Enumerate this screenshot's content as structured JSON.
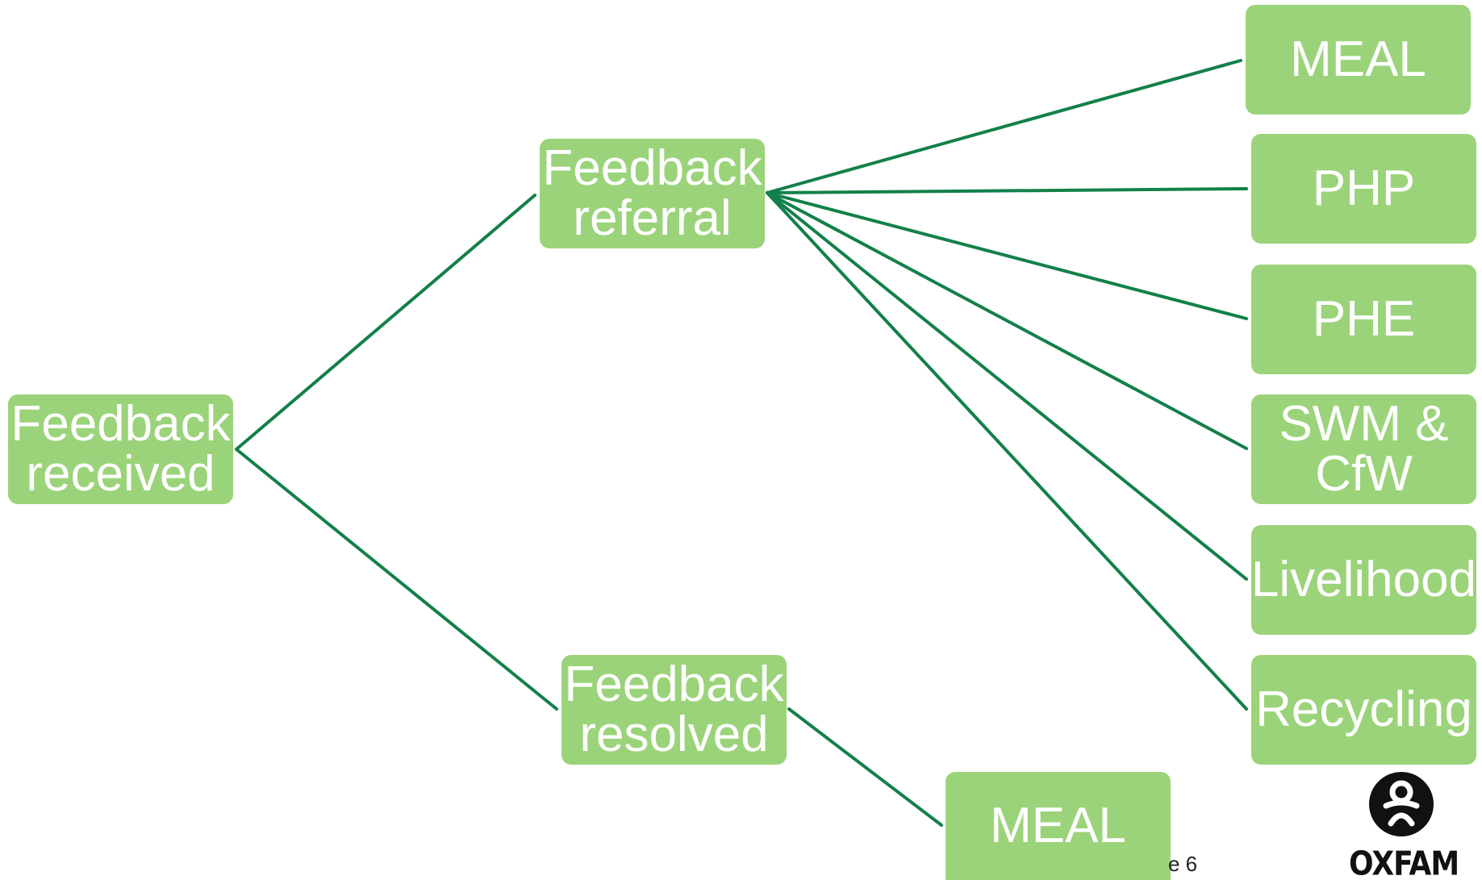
{
  "diagram": {
    "nodes": {
      "feedback_received": "Feedback\nreceived",
      "feedback_referral": "Feedback\nreferral",
      "feedback_resolved": "Feedback\nresolved",
      "meal_resolved": "MEAL",
      "meal": "MEAL",
      "php": "PHP",
      "phe": "PHE",
      "swm_cfw": "SWM &\nCfW",
      "livelihood": "Livelihood",
      "recycling": "Recycling"
    },
    "edge_color": "#138049",
    "node_color": "#9bd37a"
  },
  "footer": {
    "page_number": "e 6"
  },
  "logo": {
    "text": "OXFAM"
  }
}
